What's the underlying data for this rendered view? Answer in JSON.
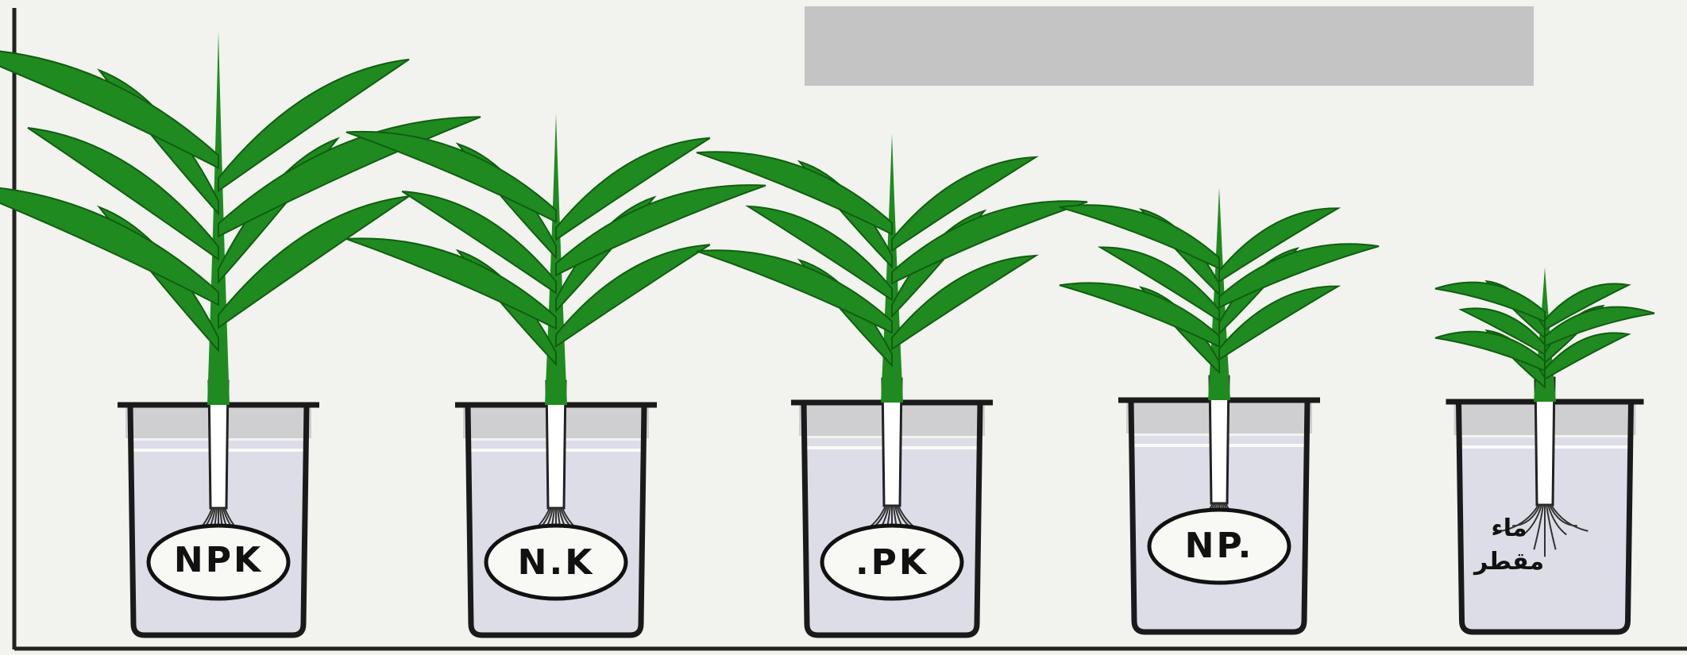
{
  "diagram": {
    "colors": {
      "background": "#f2f2ef",
      "leaf": "#1f8a1f",
      "leaf_dark": "#0f5f0f",
      "stem": "#ffffff",
      "water": "#dcdde6",
      "jar_outline": "#1a1a1a",
      "redaction": "#c4c4c4"
    },
    "jars": [
      {
        "label": "NPK",
        "growth": 1.0
      },
      {
        "label": "N.K",
        "growth": 0.78
      },
      {
        "label": ".PK",
        "growth": 0.72
      },
      {
        "label": "NP.",
        "growth": 0.57
      },
      {
        "label": "ماء\nمقطر",
        "growth": 0.36
      }
    ]
  }
}
